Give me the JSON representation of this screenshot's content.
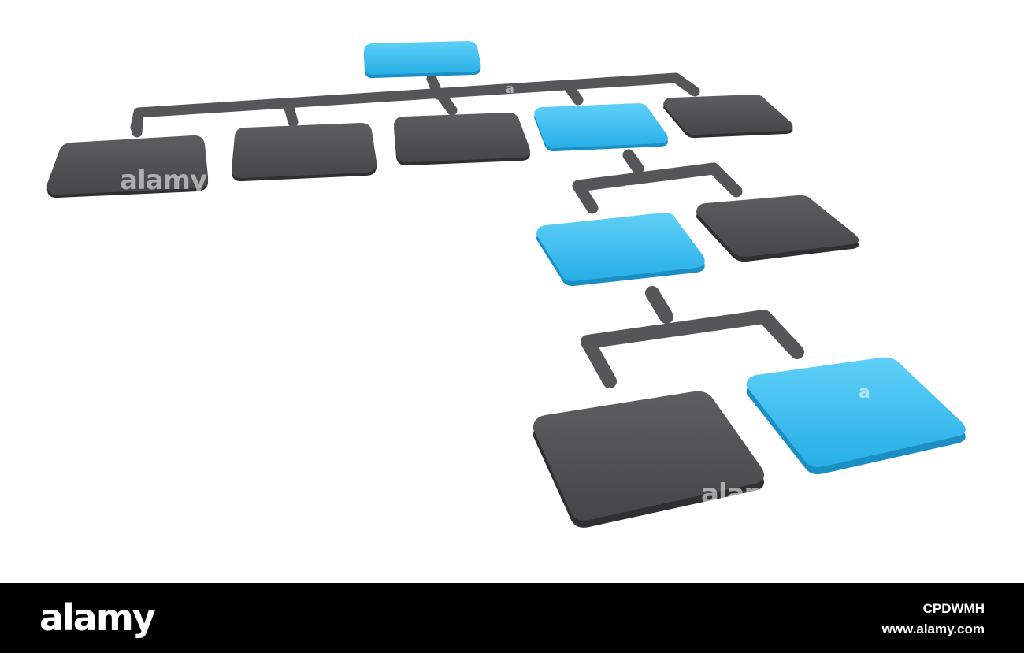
{
  "watermark": "alamy",
  "footer": {
    "logo": "alamy",
    "image_id": "CPDWMH",
    "url": "www.alamy.com"
  },
  "colors": {
    "node_blue": "#2ab2e8",
    "node_blue_side": "#1b8fc4",
    "node_gray": "#4d4d4f",
    "node_gray_side": "#2f2f31",
    "connector": "#555557",
    "footer_bg": "#000000"
  },
  "nodes": [
    {
      "id": "root",
      "color": "blue"
    },
    {
      "id": "level1-a",
      "color": "gray"
    },
    {
      "id": "level1-b",
      "color": "gray"
    },
    {
      "id": "level1-c",
      "color": "gray"
    },
    {
      "id": "level1-d",
      "color": "blue"
    },
    {
      "id": "level1-e",
      "color": "gray"
    },
    {
      "id": "level2-a",
      "color": "blue"
    },
    {
      "id": "level2-b",
      "color": "gray"
    },
    {
      "id": "level3-a",
      "color": "gray"
    },
    {
      "id": "level3-b",
      "color": "blue"
    }
  ]
}
